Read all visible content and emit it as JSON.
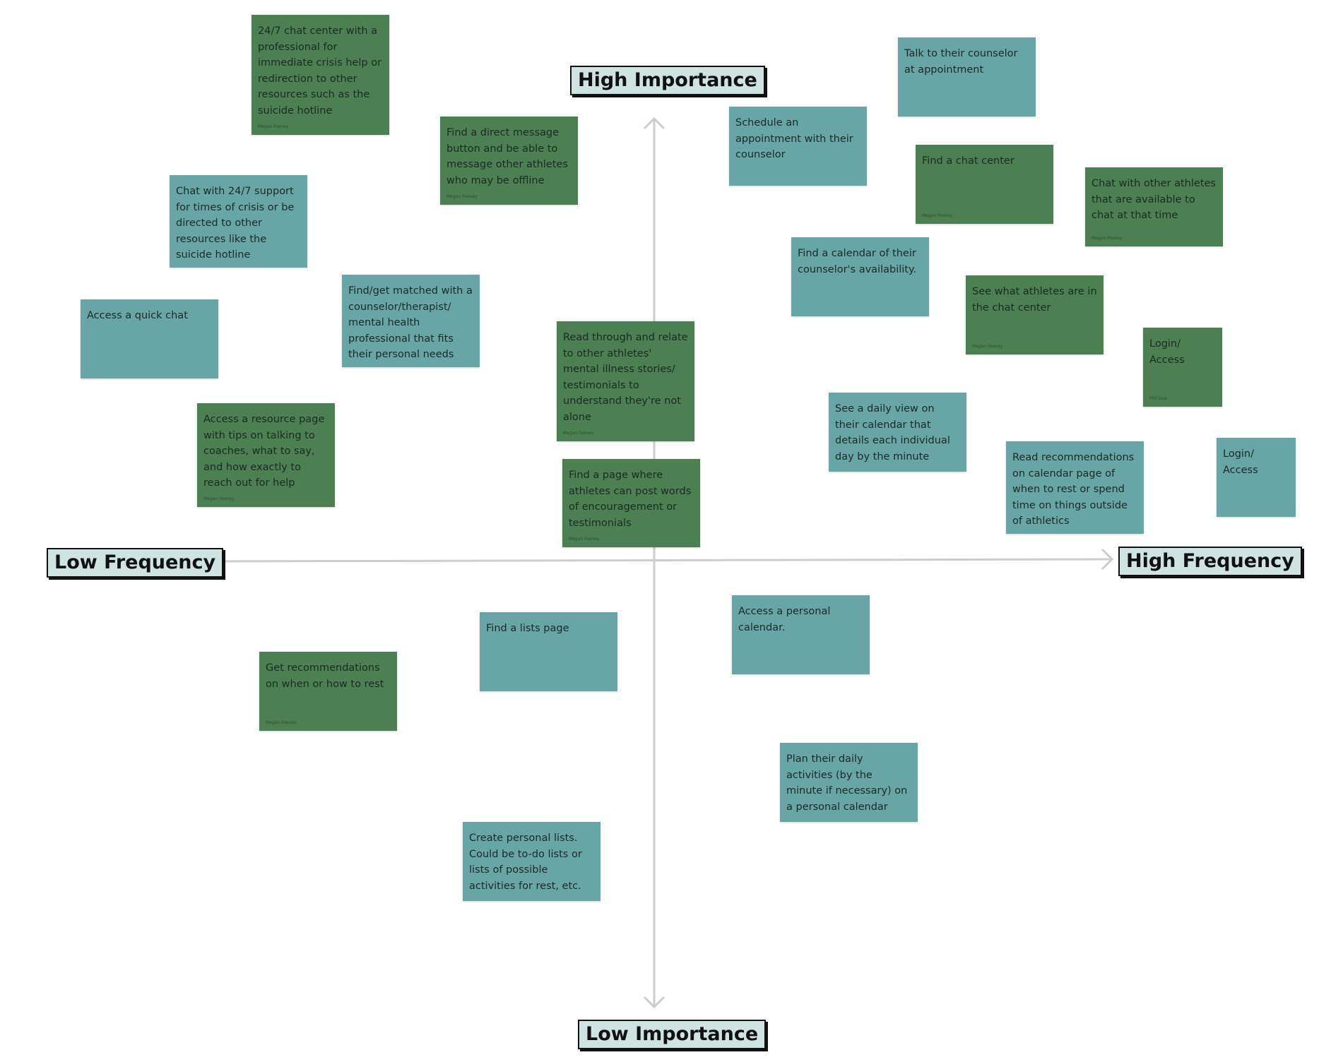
{
  "axes": {
    "top_label": "High  Importance",
    "bottom_label": "Low Importance",
    "left_label": "Low Frequency",
    "right_label": "High Frequency",
    "line_color": "#cccccc",
    "label_bg": "#cfe3e3"
  },
  "colors": {
    "green_note": "#4c7f51",
    "teal_note": "#68a5a7",
    "note_text": "#1c2a26"
  },
  "notes": [
    {
      "color": "green",
      "text": "24/7 chat center with a professional for immediate crisis help or redirection to other resources such as the suicide hotline",
      "author": "Megan Feeney"
    },
    {
      "color": "green",
      "text": "Find a direct message button and be able to message other athletes who may be offline",
      "author": "Megan Feeney"
    },
    {
      "color": "teal",
      "text": "Talk to their counselor at appointment",
      "author": ""
    },
    {
      "color": "teal",
      "text": "Schedule an appointment with their counselor",
      "author": ""
    },
    {
      "color": "green",
      "text": "Find a chat center",
      "author": "Megan Feeney"
    },
    {
      "color": "green",
      "text": "Chat with other athletes that are available to chat at that time",
      "author": "Megan Feeney"
    },
    {
      "color": "teal",
      "text": "Chat with 24/7 support for times of crisis or be directed to other resources like the suicide hotline",
      "author": ""
    },
    {
      "color": "teal",
      "text": "Find a calendar of their counselor's availability.",
      "author": ""
    },
    {
      "color": "teal",
      "text": "Find/get matched with a counselor/therapist/ mental health professional that fits their personal needs",
      "author": ""
    },
    {
      "color": "green",
      "text": "See what athletes are in the chat center",
      "author": "Megan Feeney"
    },
    {
      "color": "teal",
      "text": "Access a quick chat",
      "author": ""
    },
    {
      "color": "green",
      "text": "Read through and relate to other athletes' mental illness stories/ testimonials to understand they're not alone",
      "author": "Megan Feeney"
    },
    {
      "color": "green",
      "text": "Login/ Access",
      "author": "Phil Doe"
    },
    {
      "color": "teal",
      "text": "See a daily view on their calendar that details each individual day by the minute",
      "author": ""
    },
    {
      "color": "green",
      "text": "Access a resource page with tips on talking to coaches, what to say, and how exactly to reach out for help",
      "author": "Megan Feeney"
    },
    {
      "color": "teal",
      "text": "Login/ Access",
      "author": ""
    },
    {
      "color": "teal",
      "text": "Read recommendations on calendar page of when to rest or spend time on things outside of athletics",
      "author": ""
    },
    {
      "color": "green",
      "text": "Find a page where athletes can post words of encouragement or testimonials",
      "author": "Megan Feeney"
    },
    {
      "color": "teal",
      "text": "Access a personal calendar.",
      "author": ""
    },
    {
      "color": "teal",
      "text": "Find a lists page",
      "author": ""
    },
    {
      "color": "green",
      "text": "Get recommendations on when or how to rest",
      "author": "Megan Feeney"
    },
    {
      "color": "teal",
      "text": "Plan their daily activities (by the minute if necessary) on a personal calendar",
      "author": ""
    },
    {
      "color": "teal",
      "text": "Create personal lists. Could be to-do lists or lists of possible activities for rest, etc.",
      "author": ""
    }
  ]
}
